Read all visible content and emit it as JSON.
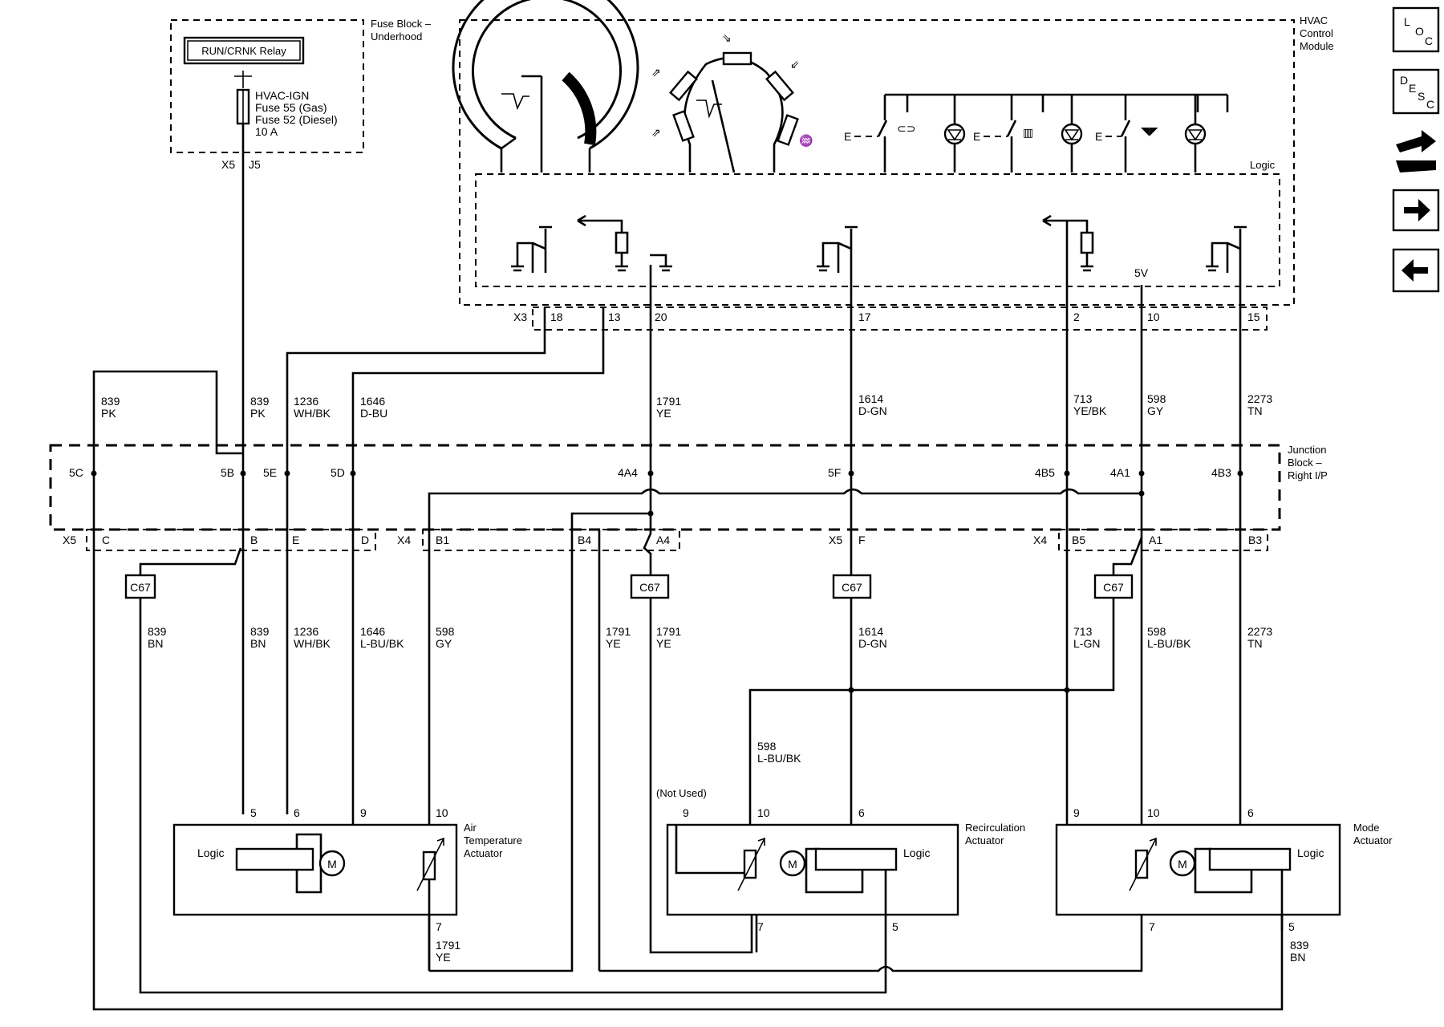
{
  "modules": {
    "fuse_block": {
      "title": "Fuse Block –\nUnderhood",
      "relay": "RUN/CRNK Relay",
      "fuse_lines": [
        "HVAC-IGN",
        "Fuse 55 (Gas)",
        "Fuse 52 (Diesel)",
        "10 A"
      ],
      "conn": "X5",
      "pin": "J5"
    },
    "hvac": {
      "title": "HVAC\nControl\nModule",
      "logic": "Logic",
      "conn": "X3",
      "pins": [
        "18",
        "13",
        "20",
        "17",
        "2",
        "10",
        "15"
      ],
      "ref_voltage": "5V"
    },
    "junction": {
      "title": "Junction\nBlock –\nRight I/P",
      "pins_top": [
        "5C",
        "5B",
        "5E",
        "5D",
        "4A4",
        "5F",
        "4B5",
        "4A1",
        "4B3"
      ],
      "conns": [
        "X5",
        "X4",
        "X5",
        "X4"
      ],
      "pins_bottom": [
        "C",
        "B",
        "E",
        "D",
        "B1",
        "B4",
        "A4",
        "F",
        "B5",
        "A1",
        "B3"
      ]
    },
    "splice": "C67",
    "not_used": "(Not Used)",
    "actuators": {
      "air_temp": {
        "title": "Air\nTemperature\nActuator",
        "logic": "Logic",
        "pins": [
          "5",
          "6",
          "9",
          "10",
          "7"
        ]
      },
      "recirc": {
        "title": "Recirculation\nActuator",
        "logic": "Logic",
        "pins": [
          "9",
          "10",
          "6",
          "7",
          "5"
        ]
      },
      "mode": {
        "title": "Mode\nActuator",
        "logic": "Logic",
        "pins": [
          "9",
          "10",
          "6",
          "7",
          "5"
        ]
      }
    },
    "motor": "M"
  },
  "wires_upper": [
    {
      "num": "839",
      "color": "PK"
    },
    {
      "num": "839",
      "color": "PK"
    },
    {
      "num": "1236",
      "color": "WH/BK"
    },
    {
      "num": "1646",
      "color": "D-BU"
    },
    {
      "num": "1791",
      "color": "YE"
    },
    {
      "num": "1614",
      "color": "D-GN"
    },
    {
      "num": "713",
      "color": "YE/BK"
    },
    {
      "num": "598",
      "color": "GY"
    },
    {
      "num": "2273",
      "color": "TN"
    }
  ],
  "wires_lower": [
    {
      "num": "839",
      "color": "BN"
    },
    {
      "num": "839",
      "color": "BN"
    },
    {
      "num": "1236",
      "color": "WH/BK"
    },
    {
      "num": "1646",
      "color": "L-BU/BK"
    },
    {
      "num": "598",
      "color": "GY"
    },
    {
      "num": "1791",
      "color": "YE"
    },
    {
      "num": "1791",
      "color": "YE"
    },
    {
      "num": "1614",
      "color": "D-GN"
    },
    {
      "num": "713",
      "color": "L-GN"
    },
    {
      "num": "598",
      "color": "L-BU/BK"
    },
    {
      "num": "2273",
      "color": "TN"
    }
  ],
  "wires_misc": [
    {
      "num": "598",
      "color": "L-BU/BK"
    },
    {
      "num": "1791",
      "color": "YE"
    },
    {
      "num": "839",
      "color": "BN"
    }
  ],
  "nav": [
    {
      "label": "L",
      "sub1": "O",
      "sub2": "C",
      "icon": "location-icon"
    },
    {
      "label": "D",
      "sub1": "E",
      "sub2": "S",
      "sub3": "C",
      "icon": "description-icon"
    },
    {
      "icon": "connector-icon"
    },
    {
      "icon": "arrow-right-icon"
    },
    {
      "icon": "arrow-left-icon"
    }
  ]
}
